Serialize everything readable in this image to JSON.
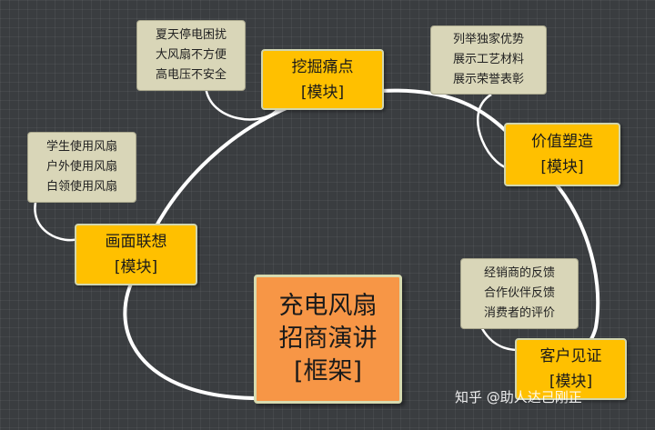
{
  "center": {
    "lines": [
      "充电风扇",
      "招商演讲",
      "[框架]"
    ]
  },
  "modules": {
    "pain": {
      "title": "挖掘痛点",
      "tag": "[模块]"
    },
    "value": {
      "title": "价值塑造",
      "tag": "[模块]"
    },
    "testimony": {
      "title": "客户见证",
      "tag": "[模块]"
    },
    "scene": {
      "title": "画面联想",
      "tag": "[模块]"
    }
  },
  "notes": {
    "pain": [
      "夏天停电困扰",
      "大风扇不方便",
      "高电压不安全"
    ],
    "value": [
      "列举独家优势",
      "展示工艺材料",
      "展示荣誉表彰"
    ],
    "testimony": [
      "经销商的反馈",
      "合作伙伴反馈",
      "消费者的评价"
    ],
    "scene": [
      "学生使用风扇",
      "户外使用风扇",
      "白领使用风扇"
    ]
  },
  "watermark": "知乎 @助人达己刚正",
  "colors": {
    "background": "#3a3d40",
    "module": "#ffc000",
    "center": "#f79646",
    "note": "#d9d6b8",
    "connector": "#ffffff"
  }
}
